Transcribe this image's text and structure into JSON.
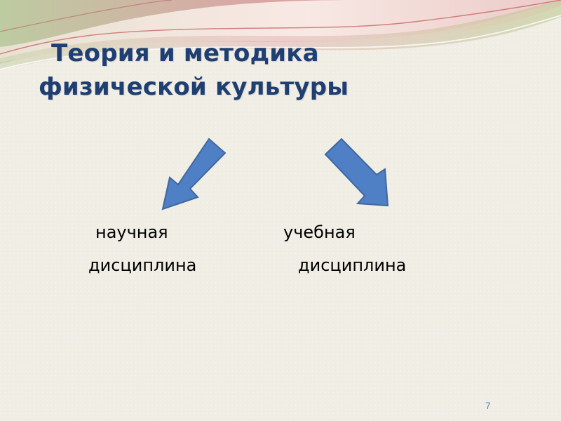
{
  "slide": {
    "title_line1": "Теория и методика",
    "title_line2": "физической культуры",
    "left_label_line1": "научная",
    "left_label_line2": "дисциплина",
    "right_label_line1": "учебная",
    "right_label_line2": "дисциплина",
    "page_number": "7"
  },
  "colors": {
    "background": "#efede4",
    "title": "#1f3f73",
    "arrow_fill": "#4f7fc4",
    "arrow_stroke": "#3f689f",
    "page_number": "#5b8bbd"
  }
}
